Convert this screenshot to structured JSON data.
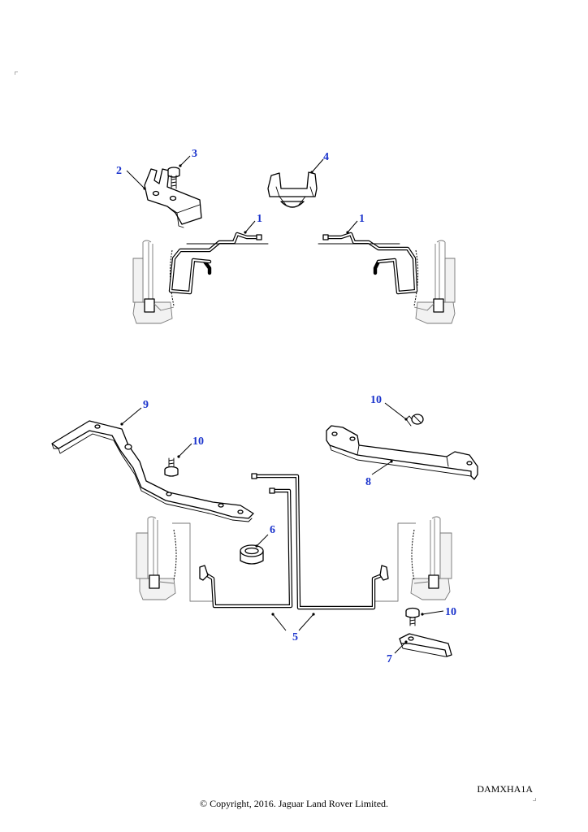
{
  "diagram": {
    "callouts": [
      "1",
      "1",
      "2",
      "3",
      "4",
      "5",
      "6",
      "7",
      "8",
      "9",
      "10",
      "10",
      "10"
    ]
  },
  "footer": {
    "drawing_ref": "DAMXHA1A",
    "copyright": "© Copyright, 2016. Jaguar Land Rover Limited."
  }
}
